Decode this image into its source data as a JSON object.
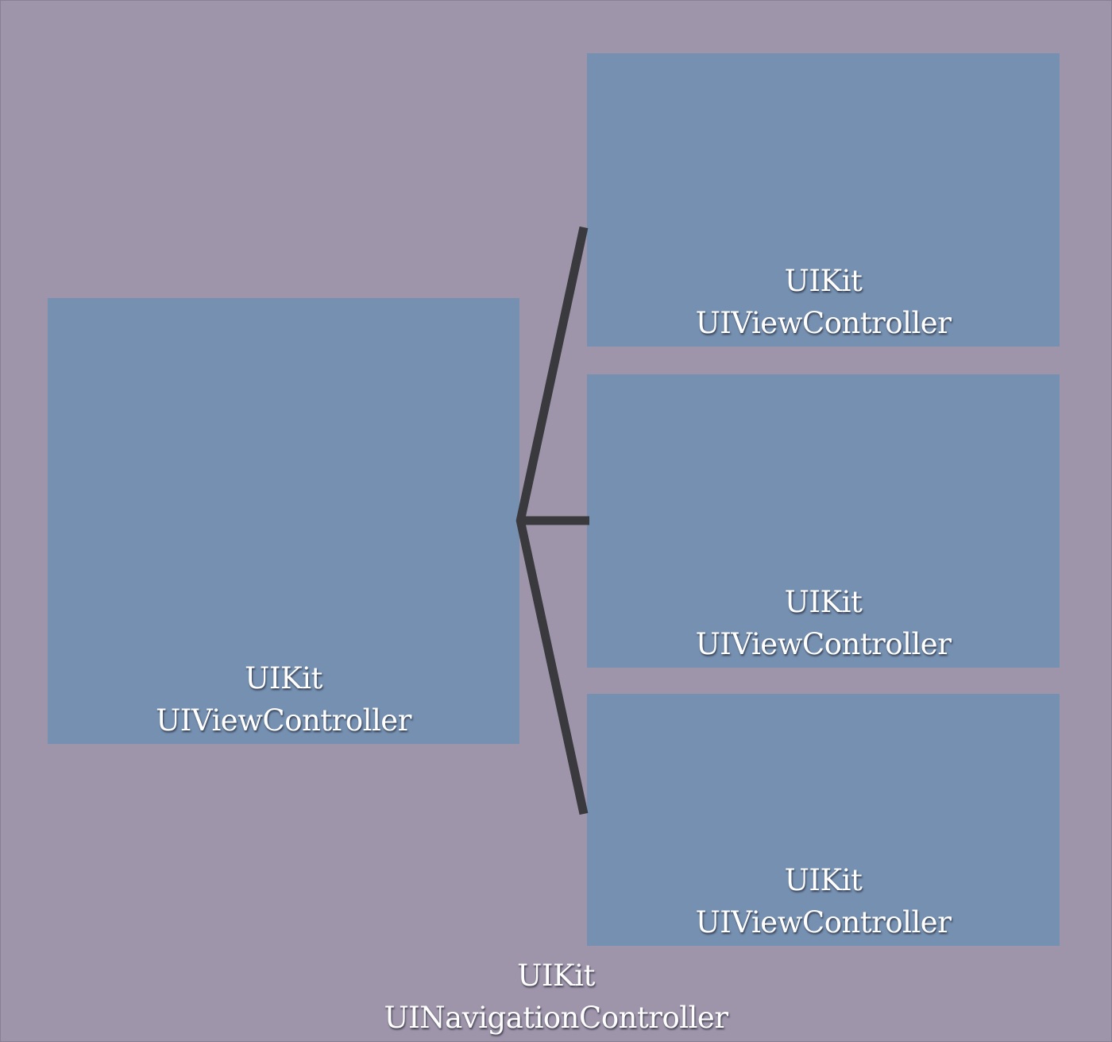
{
  "colors": {
    "container_background": "#9e95aa",
    "controller_box": "#7590b0",
    "connector": "#3a3a3e",
    "label_text": "#ffffff"
  },
  "container": {
    "framework": "UIKit",
    "class_name": "UINavigationController"
  },
  "root_controller": {
    "framework": "UIKit",
    "class_name": "UIViewController"
  },
  "child_controllers": [
    {
      "framework": "UIKit",
      "class_name": "UIViewController"
    },
    {
      "framework": "UIKit",
      "class_name": "UIViewController"
    },
    {
      "framework": "UIKit",
      "class_name": "UIViewController"
    }
  ]
}
